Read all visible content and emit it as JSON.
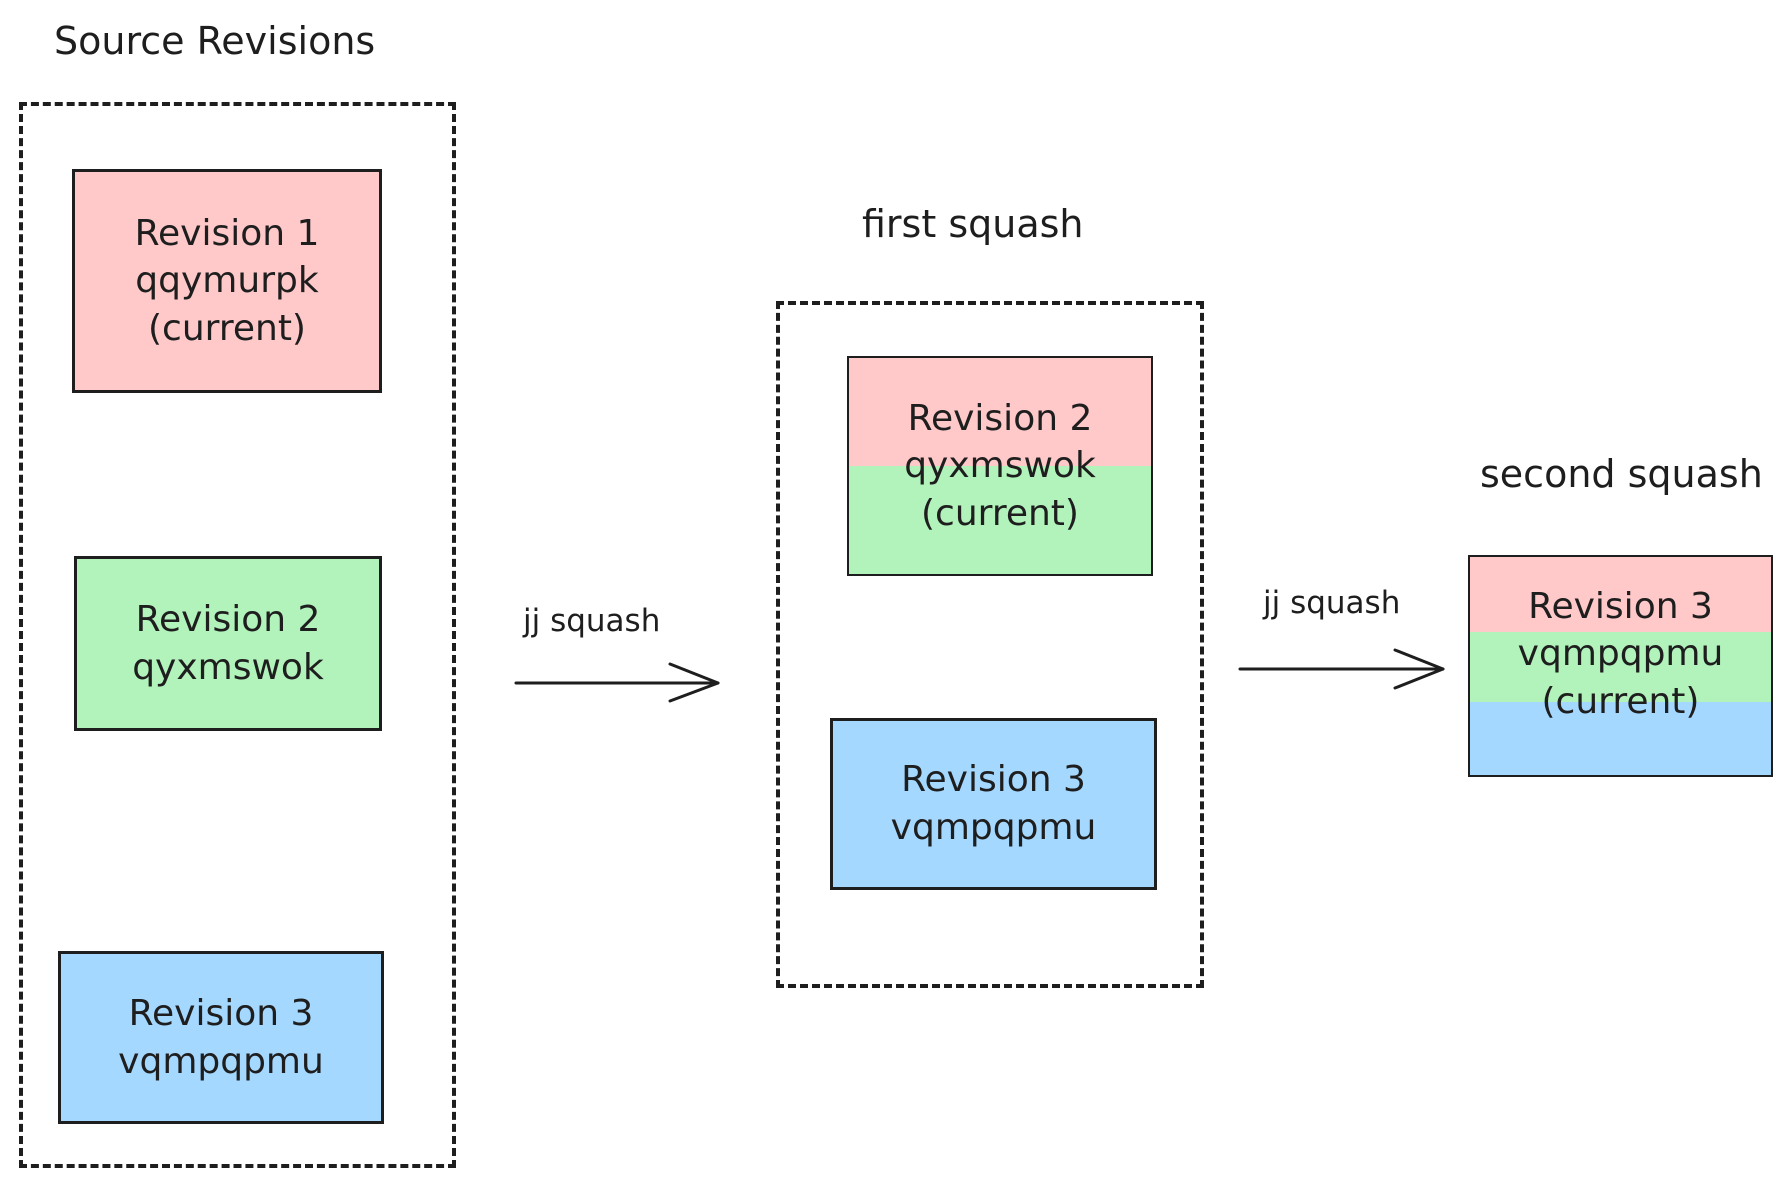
{
  "colors": {
    "stroke": "#1e1e1e",
    "revision_1": "#ffc9c9",
    "revision_2": "#b2f2bb",
    "revision_3": "#a5d8ff"
  },
  "source": {
    "title": "Source Revisions",
    "revisions": [
      {
        "label": "Revision 1",
        "id": "qqymurpk",
        "status": "(current)",
        "color": "revision_1"
      },
      {
        "label": "Revision 2",
        "id": "qyxmswok",
        "color": "revision_2"
      },
      {
        "label": "Revision 3",
        "id": "vqmpqpmu",
        "color": "revision_3"
      }
    ]
  },
  "first_squash": {
    "title": "first squash",
    "command": "jj squash",
    "merged": {
      "label": "Revision 2",
      "id": "qyxmswok",
      "status": "(current)",
      "colors": [
        "revision_1",
        "revision_2"
      ]
    },
    "remaining": {
      "label": "Revision 3",
      "id": "vqmpqpmu",
      "color": "revision_3"
    }
  },
  "second_squash": {
    "title": "second squash",
    "command": "jj squash",
    "merged": {
      "label": "Revision 3",
      "id": "vqmpqpmu",
      "status": "(current)",
      "colors": [
        "revision_1",
        "revision_2",
        "revision_3"
      ]
    }
  }
}
